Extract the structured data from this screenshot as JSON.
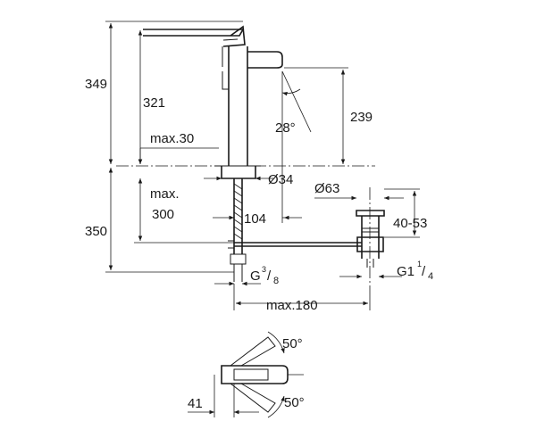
{
  "colors": {
    "line": "#1a1a1a",
    "background": "#ffffff"
  },
  "dimensions": {
    "total_height_above": "349",
    "spout_height": "321",
    "spout_angle": "28°",
    "outlet_height": "239",
    "max_deck_thickness": "max.30",
    "hole_diameter": "Ø34",
    "waste_diameter": "Ø63",
    "max_below_label": "max.",
    "max_below_value": "300",
    "total_height_below": "350",
    "offset_104": "104",
    "waste_range": "40-53",
    "connection_thread_prefix": "G",
    "connection_thread_num": "3",
    "connection_thread_den": "8",
    "waste_thread_prefix": "G1",
    "waste_thread_num": "1",
    "waste_thread_den": "4",
    "max_reach": "max.180",
    "lever_angle_top": "50°",
    "lever_angle_bottom": "50°",
    "handle_width": "41"
  }
}
